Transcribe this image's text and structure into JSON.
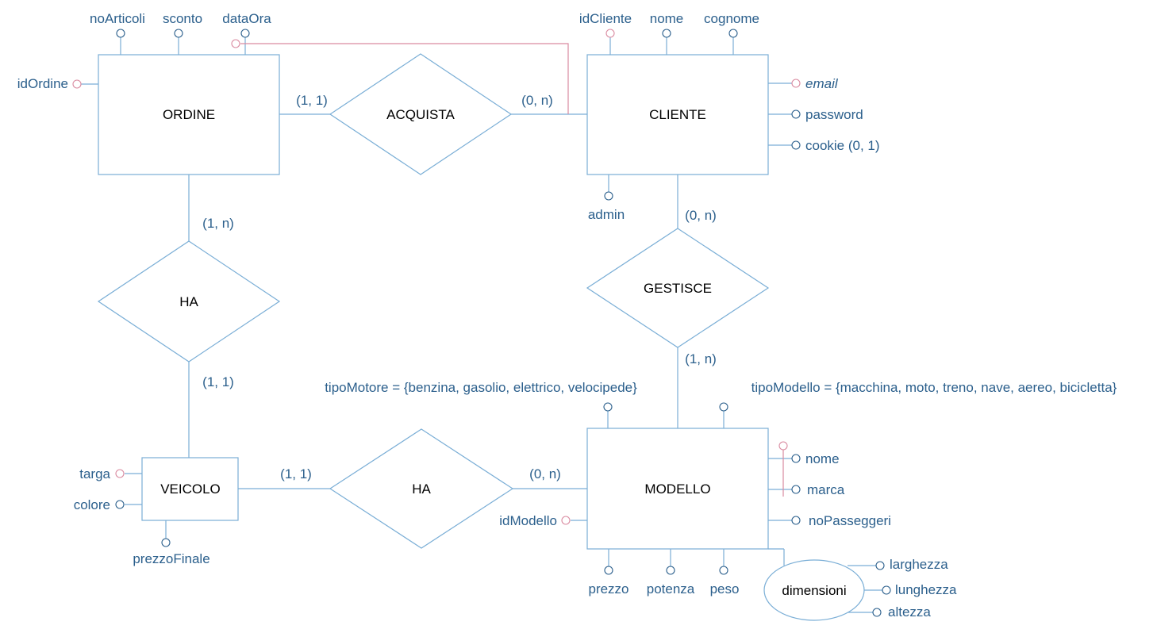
{
  "colors": {
    "line": "#7aaed6",
    "key": "#d98aa0",
    "text_attr": "#2b5f8c",
    "text_entity": "#000000"
  },
  "entities": {
    "ordine": "ORDINE",
    "cliente": "CLIENTE",
    "veicolo": "VEICOLO",
    "modello": "MODELLO"
  },
  "relationships": {
    "acquista": "ACQUISTA",
    "gestisce": "GESTISCE",
    "ha_ordine_veicolo": "HA",
    "ha_veicolo_modello": "HA"
  },
  "composite": {
    "dimensioni": "dimensioni"
  },
  "attributes": {
    "ordine": {
      "noArticoli": "noArticoli",
      "sconto": "sconto",
      "dataOra": "dataOra",
      "idOrdine": "idOrdine"
    },
    "cliente": {
      "idCliente": "idCliente",
      "nome": "nome",
      "cognome": "cognome",
      "email": "email",
      "password": "password",
      "cookie": "cookie (0, 1)",
      "admin": "admin"
    },
    "veicolo": {
      "targa": "targa",
      "colore": "colore",
      "prezzoFinale": "prezzoFinale"
    },
    "modello": {
      "tipoMotore": "tipoMotore = {benzina, gasolio, elettrico, velocipede}",
      "tipoModello": "tipoModello = {macchina, moto, treno, nave, aereo, bicicletta}",
      "nome": "nome",
      "marca": "marca",
      "noPasseggeri": "noPasseggeri",
      "idModello": "idModello",
      "prezzo": "prezzo",
      "potenza": "potenza",
      "peso": "peso"
    },
    "dimensioni": {
      "larghezza": "larghezza",
      "lunghezza": "lunghezza",
      "altezza": "altezza"
    }
  },
  "cardinalities": {
    "ordine_acquista": "(1, 1)",
    "cliente_acquista": "(0, n)",
    "ordine_ha": "(1, n)",
    "veicolo_ha_top": "(1, 1)",
    "cliente_gestisce": "(0, n)",
    "modello_gestisce": "(1, n)",
    "veicolo_ha_right": "(1, 1)",
    "modello_ha": "(0, n)"
  }
}
